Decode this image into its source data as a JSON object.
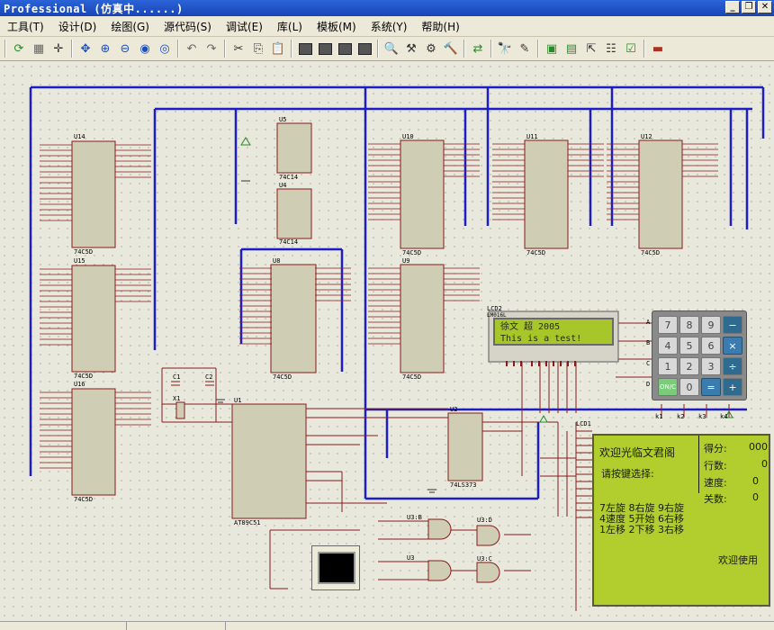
{
  "window": {
    "title": "Professional (仿真中......)"
  },
  "menu": {
    "items": [
      "工具(T)",
      "设计(D)",
      "绘图(G)",
      "源代码(S)",
      "调试(E)",
      "库(L)",
      "模板(M)",
      "系统(Y)",
      "帮助(H)"
    ]
  },
  "schematic": {
    "chips": [
      {
        "ref": "U14",
        "part": "74C5D"
      },
      {
        "ref": "U15",
        "part": "74C5D"
      },
      {
        "ref": "U16",
        "part": "74C5D"
      },
      {
        "ref": "U5",
        "part": "74C14"
      },
      {
        "ref": "U4",
        "part": "74C14"
      },
      {
        "ref": "U8",
        "part": "74C5D"
      },
      {
        "ref": "U10",
        "part": "74C5D"
      },
      {
        "ref": "U9",
        "part": "74C5D"
      },
      {
        "ref": "U11",
        "part": "74C5D"
      },
      {
        "ref": "U12",
        "part": "74C5D"
      },
      {
        "ref": "U1",
        "part": "AT89C51"
      },
      {
        "ref": "U2",
        "part": "74LS373"
      }
    ],
    "lcd2": {
      "ref": "LCD2",
      "part": "LM016L",
      "line1": "徐文 超 2005",
      "line2": "This is a test!"
    },
    "keypad": {
      "keys": [
        "7",
        "8",
        "9",
        "−",
        "4",
        "5",
        "6",
        "×",
        "1",
        "2",
        "3",
        "÷",
        "ON/C",
        "0",
        "=",
        "+"
      ],
      "row_labels": [
        "A",
        "B",
        "C",
        "D"
      ],
      "col_labels": [
        "k1",
        "k2",
        "k3",
        "k4"
      ]
    },
    "lcd1": {
      "ref": "LCD1",
      "welcome": "欢迎光临文君阁",
      "prompt": "请按键选择:",
      "menu_rows": [
        "7左旋  8右旋  9右旋",
        "4速度  5开始  6右移",
        "1左移  2下移  3右移"
      ],
      "stats": [
        {
          "label": "得分:",
          "value": "000"
        },
        {
          "label": "行数:",
          "value": "0"
        },
        {
          "label": "速度:",
          "value": "0"
        },
        {
          "label": "关数:",
          "value": "0"
        }
      ],
      "footer": "欢迎使用"
    },
    "gates": [
      "U3:B",
      "U3:D",
      "U3",
      "U3:C"
    ],
    "crystal": "X1",
    "caps": [
      "C1",
      "C2"
    ]
  },
  "colors": {
    "bus": "#1d1dc6",
    "wire": "#8a1a1a",
    "chip_fill": "#cfcdb4",
    "lcd_green": "#a6c62a"
  }
}
